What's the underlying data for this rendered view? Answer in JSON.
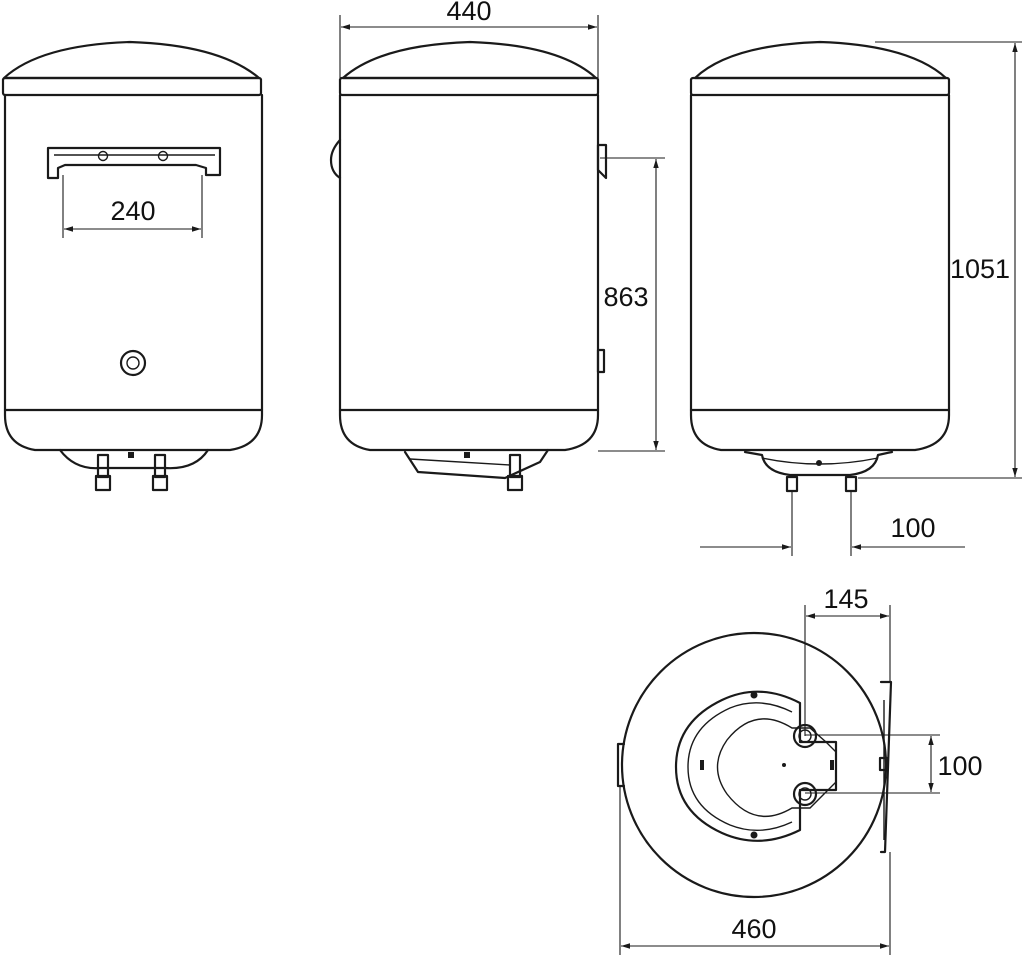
{
  "dimensions": {
    "front_width": "440",
    "bracket_spacing": "240",
    "height_total": "1051",
    "height_mount": "863",
    "pipe_spacing_side": "100",
    "pipe_offset": "145",
    "pipe_spacing_bottom": "100",
    "diameter": "460"
  }
}
